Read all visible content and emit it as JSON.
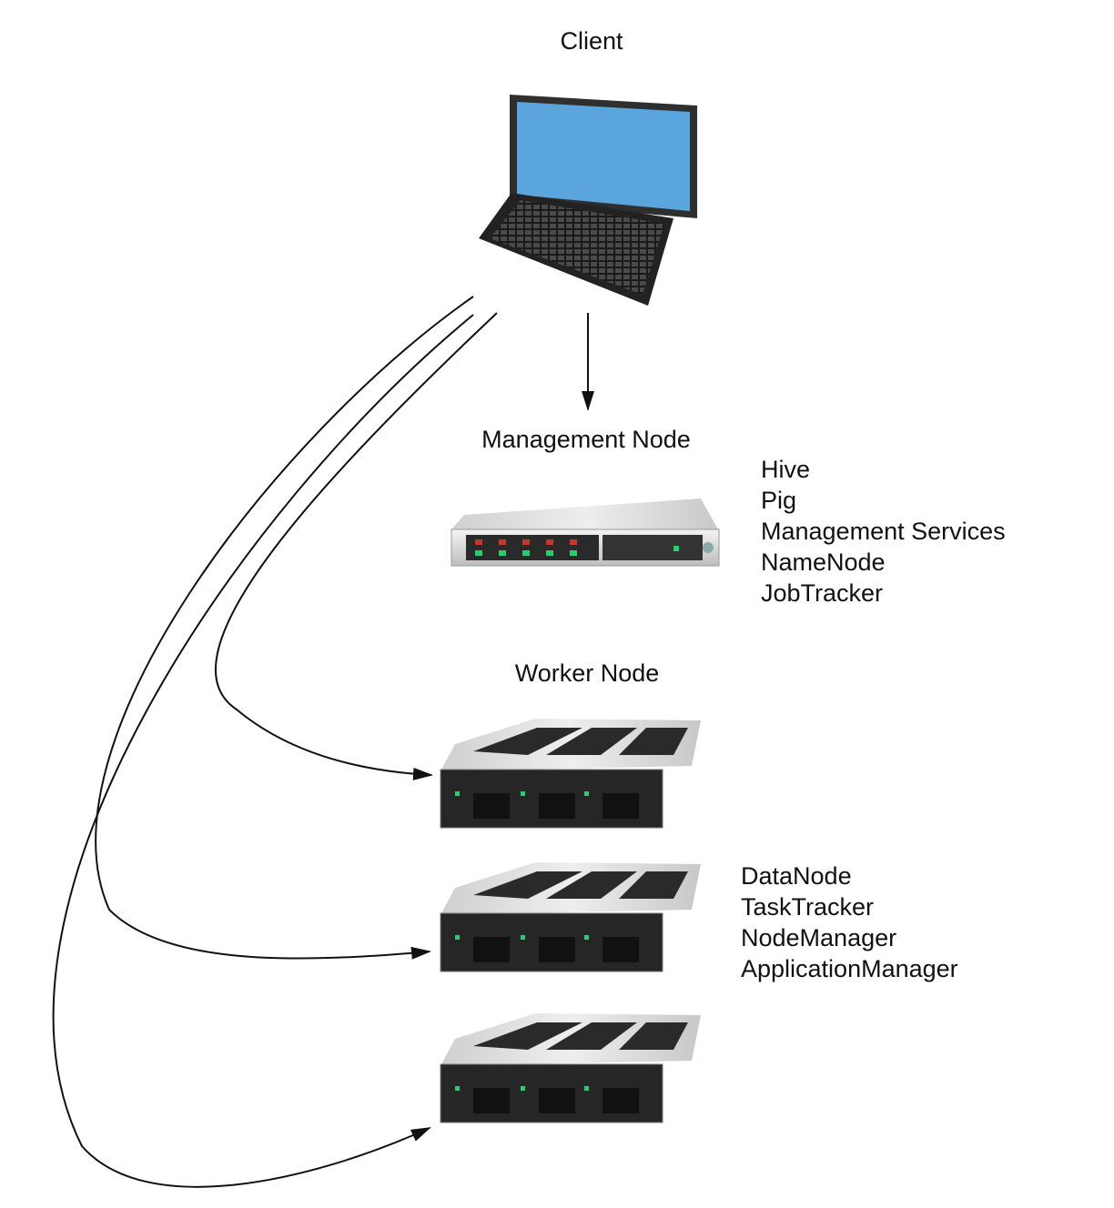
{
  "client": {
    "title": "Client"
  },
  "management_node": {
    "title": "Management Node",
    "services": [
      "Hive",
      "Pig",
      "Management Services",
      "NameNode",
      "JobTracker"
    ]
  },
  "worker_node": {
    "title": "Worker Node",
    "services": [
      "DataNode",
      "TaskTracker",
      "NodeManager",
      "ApplicationManager"
    ]
  },
  "colors": {
    "screen": "#5aa6dc",
    "bezel": "#3a3a3a",
    "server_silver": "#d6d6d6",
    "server_dark": "#2a2a2a",
    "led_red": "#c0392b",
    "led_green": "#2ecc71",
    "arrow": "#111111"
  }
}
